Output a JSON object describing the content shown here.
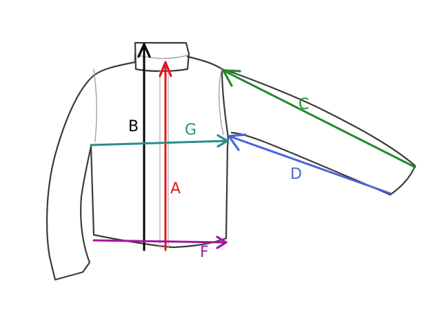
{
  "colors": {
    "A": "#e8141b",
    "B": "#000000",
    "C": "#1f8a2c",
    "D": "#4a63dc",
    "F": "#a3179f",
    "G": "#2a8c91",
    "outline": "#3a3a3a",
    "seam": "#9a9a9a"
  },
  "measurements": [
    {
      "id": "A",
      "label": "A"
    },
    {
      "id": "B",
      "label": "B"
    },
    {
      "id": "C",
      "label": "C"
    },
    {
      "id": "D",
      "label": "D"
    },
    {
      "id": "F",
      "label": "F"
    },
    {
      "id": "G",
      "label": "G"
    }
  ]
}
